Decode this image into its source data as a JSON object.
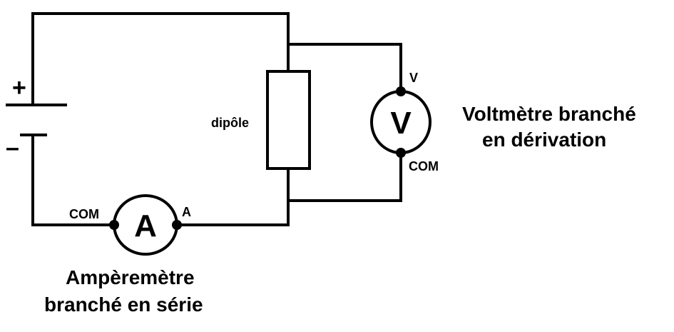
{
  "battery": {
    "plus_label": "+",
    "minus_label": "–"
  },
  "dipole": {
    "label": "dipôle"
  },
  "voltmeter": {
    "symbol": "V",
    "terminal_v_label": "V",
    "terminal_com_label": "COM",
    "caption_line1": "Voltmètre branché",
    "caption_line2": "en dérivation"
  },
  "ammeter": {
    "symbol": "A",
    "terminal_com_label": "COM",
    "terminal_a_label": "A",
    "caption_line1": "Ampèremètre",
    "caption_line2": "branché en série"
  },
  "colors": {
    "line": "#000000",
    "background": "#ffffff"
  }
}
